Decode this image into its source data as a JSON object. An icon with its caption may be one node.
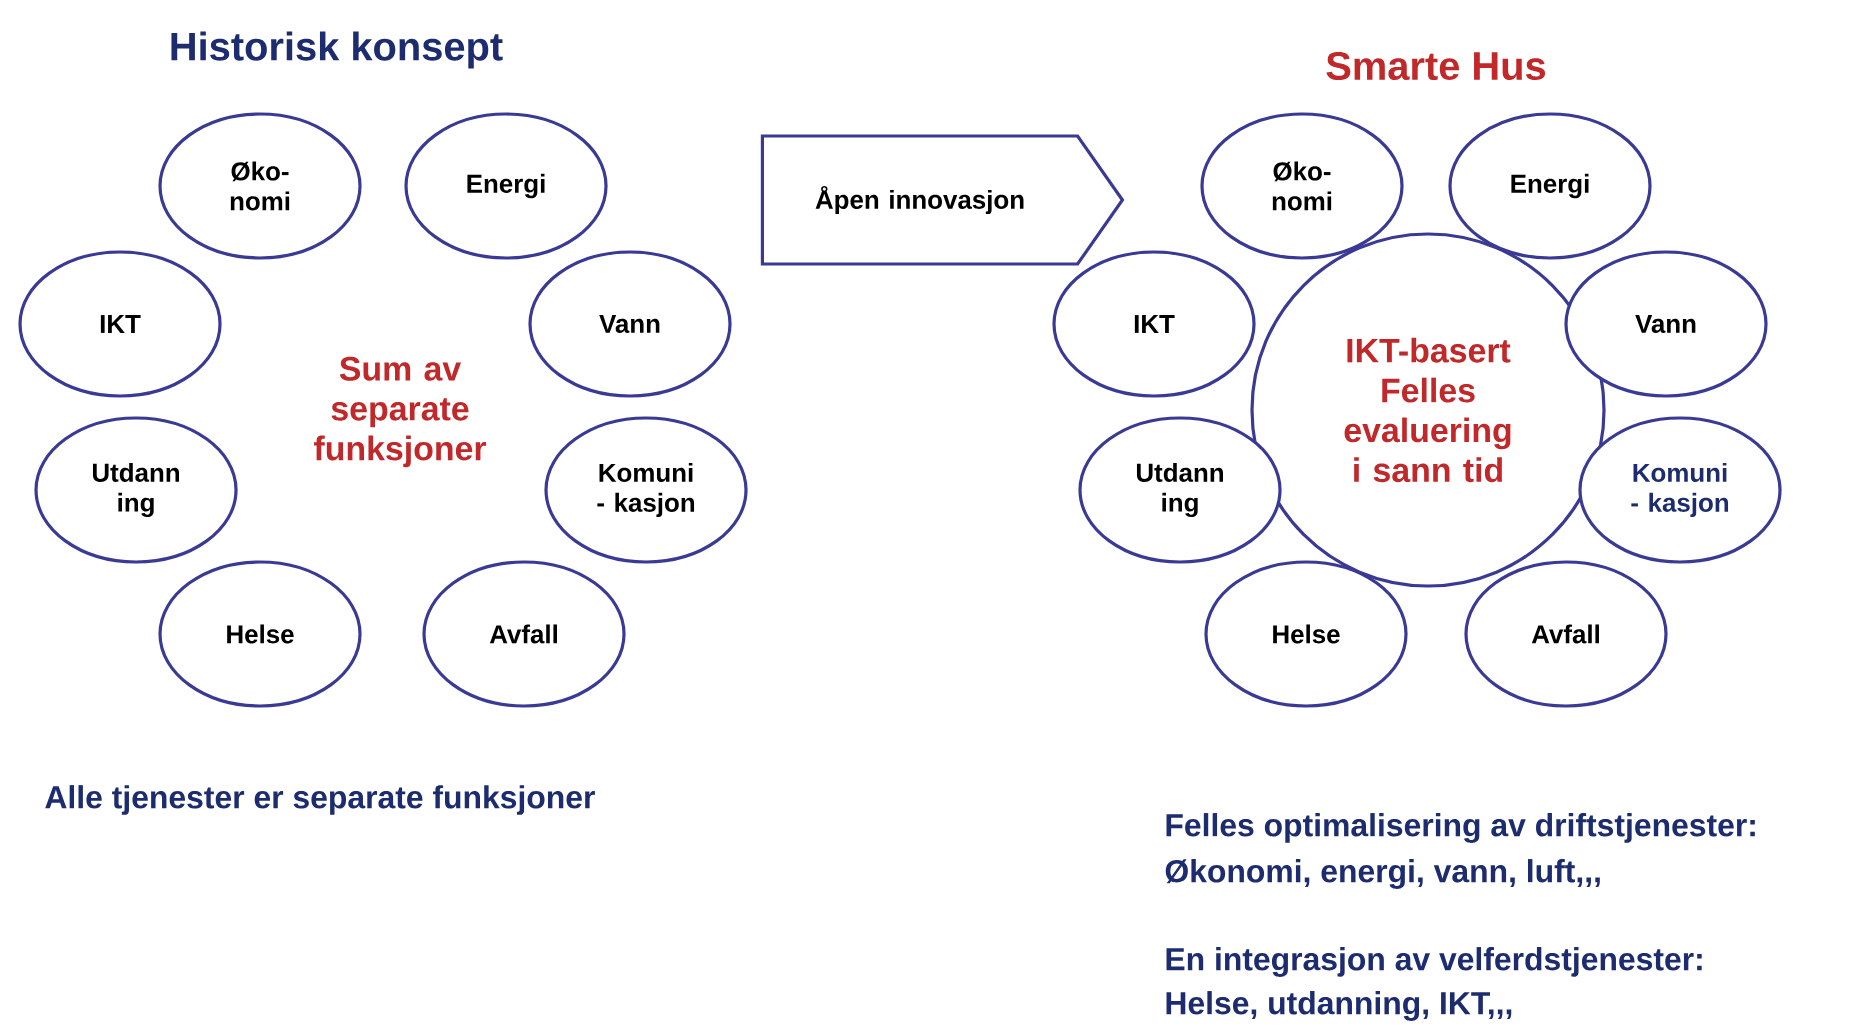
{
  "diagram": {
    "nodes": [
      {
        "text": [
          "Øko- nomi"
        ]
      },
      {
        "text": [
          "Energi"
        ]
      },
      {
        "text": [
          "IKT"
        ]
      },
      {
        "text": [
          "Vann"
        ]
      },
      {
        "text": [
          "Utdann ing"
        ]
      },
      {
        "text": [
          "Komuni - kasjon"
        ]
      },
      {
        "text": [
          "Helse"
        ]
      },
      {
        "text": [
          "Avfall"
        ]
      },
      {
        "text": [
          "Åpen innovasjon"
        ]
      },
      {
        "text": [
          "Øko- nomi"
        ]
      },
      {
        "text": [
          "Energi"
        ]
      },
      {
        "text": [
          "IKT"
        ]
      },
      {
        "text": [
          "IKT-basert Felles evaluering i sann tid"
        ]
      },
      {
        "text": [
          "Vann"
        ]
      },
      {
        "text": [
          "Utdann ing"
        ]
      },
      {
        "text": [
          "Komuni - kasjon"
        ]
      },
      {
        "text": [
          "Helse"
        ]
      },
      {
        "text": [
          "Avfall"
        ]
      }
    ],
    "edges": [],
    "labels": [
      "Historisk konsept",
      "Smarte Hus",
      "Sum av separate funksjoner",
      "Alle tjenester er separate funksjoner",
      "Felles optimalisering av driftstjenester:",
      "Økonomi, energi, vann, luft,,,",
      "En integrasjon av velferdstjenester:",
      "Helse, utdanning, IKT,,,"
    ]
  }
}
